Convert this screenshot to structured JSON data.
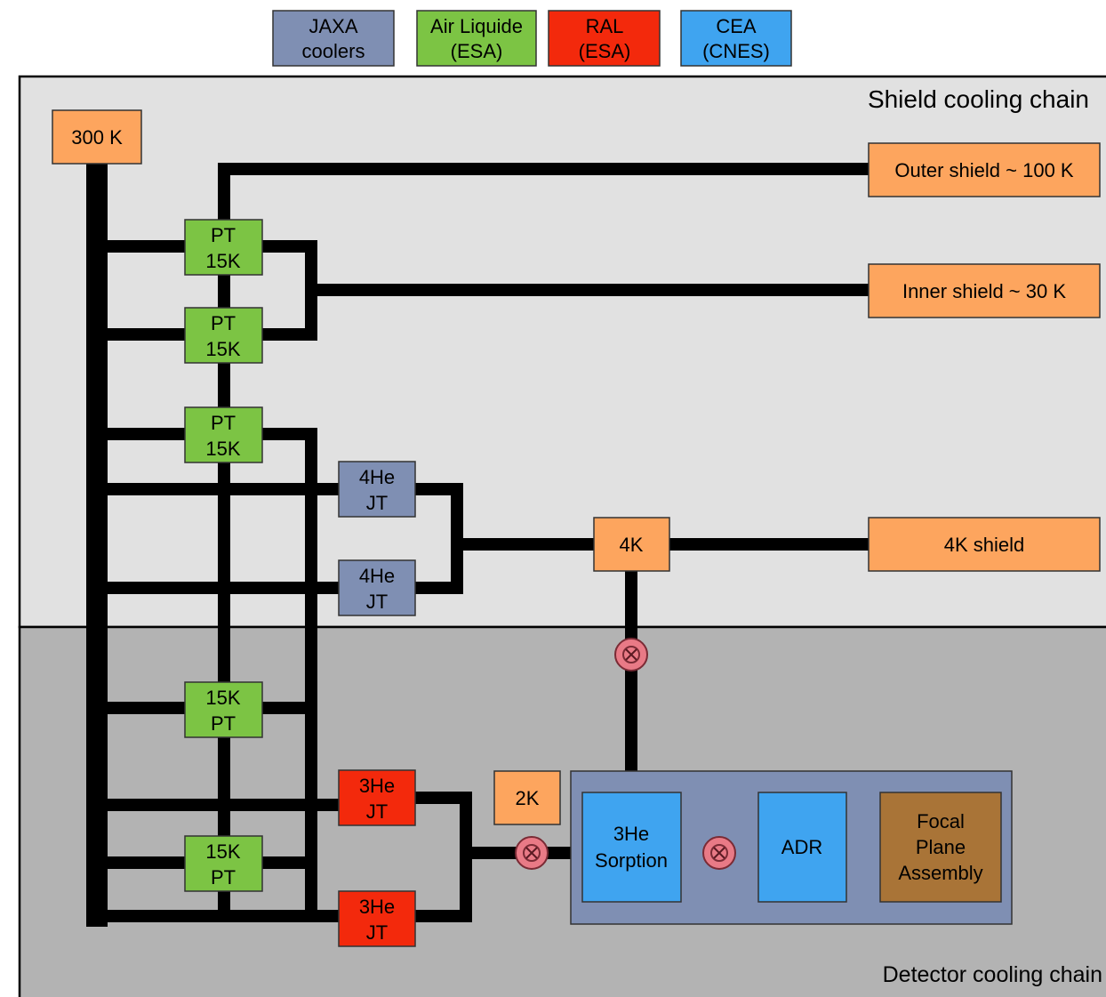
{
  "legend": {
    "jaxa": {
      "line1": "JAXA",
      "line2": "coolers"
    },
    "airliquide": {
      "line1": "Air Liquide",
      "line2": "(ESA)"
    },
    "ral": {
      "line1": "RAL",
      "line2": "(ESA)"
    },
    "cea": {
      "line1": "CEA",
      "line2": "(CNES)"
    }
  },
  "regions": {
    "shield_label": "Shield cooling chain",
    "detector_label": "Detector cooling chain"
  },
  "nodes": {
    "t300": "300 K",
    "outer_shield": "Outer shield ~ 100 K",
    "inner_shield": "Inner shield ~ 30 K",
    "shield_4k": "4K shield",
    "node_4k": "4K",
    "node_2k": "2K",
    "pt1": {
      "line1": "PT",
      "line2": "15K"
    },
    "pt2": {
      "line1": "PT",
      "line2": "15K"
    },
    "pt3": {
      "line1": "PT",
      "line2": "15K"
    },
    "pt4": {
      "line1": "15K",
      "line2": "PT"
    },
    "pt5": {
      "line1": "15K",
      "line2": "PT"
    },
    "jt4_1": {
      "line1": "4He",
      "line2": "JT"
    },
    "jt4_2": {
      "line1": "4He",
      "line2": "JT"
    },
    "jt3_1": {
      "line1": "3He",
      "line2": "JT"
    },
    "jt3_2": {
      "line1": "3He",
      "line2": "JT"
    },
    "sorption": {
      "line1": "3He",
      "line2": "Sorption"
    },
    "adr": "ADR",
    "fpa": {
      "line1": "Focal",
      "line2": "Plane",
      "line3": "Assembly"
    }
  },
  "colors": {
    "jaxa": "#7f8fb3",
    "airliquide": "#7cc444",
    "ral": "#f3290c",
    "cea": "#3fa4f0",
    "temperature": "#fda55e",
    "fpa": "#a97437",
    "shield_bg": "#e1e1e1",
    "detector_bg": "#b3b3b3",
    "heat_switch": "#e97a86"
  }
}
